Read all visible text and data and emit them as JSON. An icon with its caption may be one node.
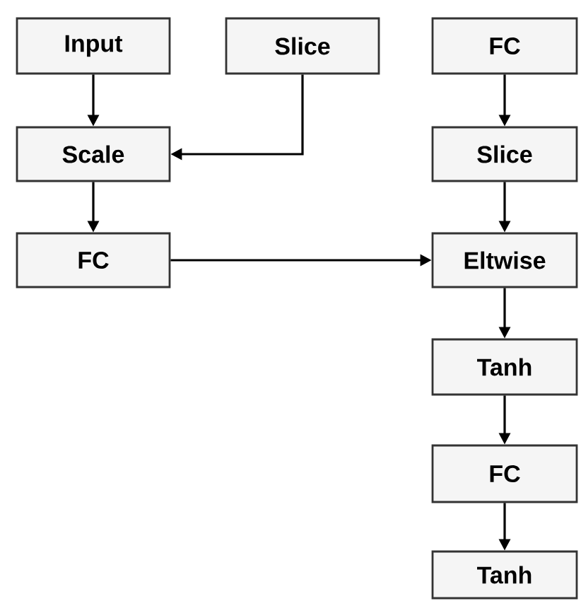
{
  "diagram": {
    "nodes": [
      {
        "text": [
          "Input"
        ]
      },
      {
        "text": [
          "Slice"
        ]
      },
      {
        "text": [
          "Scale"
        ]
      },
      {
        "text": [
          "FC"
        ]
      },
      {
        "text": [
          "FC"
        ]
      },
      {
        "text": [
          "Slice"
        ]
      },
      {
        "text": [
          "Eltwise"
        ]
      },
      {
        "text": [
          "Tanh"
        ]
      },
      {
        "text": [
          "FC"
        ]
      },
      {
        "text": [
          "Tanh"
        ]
      }
    ],
    "edges": [
      {
        "from": 0,
        "to": 2,
        "arrow": "to"
      },
      {
        "from": 1,
        "to": 2,
        "arrow": "to"
      },
      {
        "from": 2,
        "to": 3,
        "arrow": "to"
      },
      {
        "from": 3,
        "to": 6,
        "arrow": "to"
      },
      {
        "from": 4,
        "to": 5,
        "arrow": "to"
      },
      {
        "from": 5,
        "to": 6,
        "arrow": "to"
      },
      {
        "from": 6,
        "to": 7,
        "arrow": "to"
      },
      {
        "from": 7,
        "to": 8,
        "arrow": "to"
      },
      {
        "from": 8,
        "to": 9,
        "arrow": "to"
      }
    ]
  }
}
